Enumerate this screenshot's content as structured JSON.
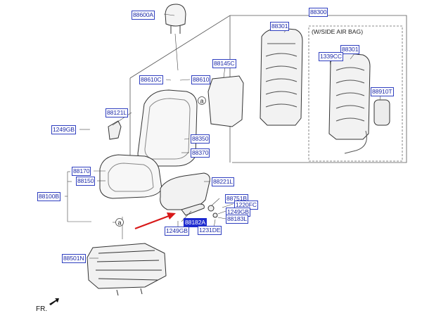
{
  "parts": {
    "p88600A": "88600A",
    "p88300": "88300",
    "p88301_main": "88301",
    "p88301_sab": "88301",
    "p1339CC": "1339CC",
    "p88145C": "88145C",
    "p88610C": "88610C",
    "p88610": "88610",
    "p88910T": "88910T",
    "p88121L": "88121L",
    "p1249GB_a": "1249GB",
    "p88350": "88350",
    "p88370": "88370",
    "p88170": "88170",
    "p88150": "88150",
    "p88221L": "88221L",
    "p88100B": "88100B",
    "p88751B": "88751B",
    "p1220FC": "1220FC",
    "p1249GB_b": "1249GB",
    "p88183L": "88183L",
    "p88182A": "88182A",
    "p1231DE": "1231DE",
    "p1249GB_c": "1249GB",
    "p88501N": "88501N"
  },
  "notes": {
    "side_air_bag": "(W/SIDE AIR BAG)",
    "ref_a_top": "a",
    "ref_a_bottom": "a"
  },
  "footer": {
    "fr_label": "FR."
  },
  "colors": {
    "label_text": "#1d2aa8",
    "label_border": "#2f3fc0",
    "highlight_fill": "#1d2ad0",
    "arrow": "#d81818",
    "line": "#444444"
  }
}
